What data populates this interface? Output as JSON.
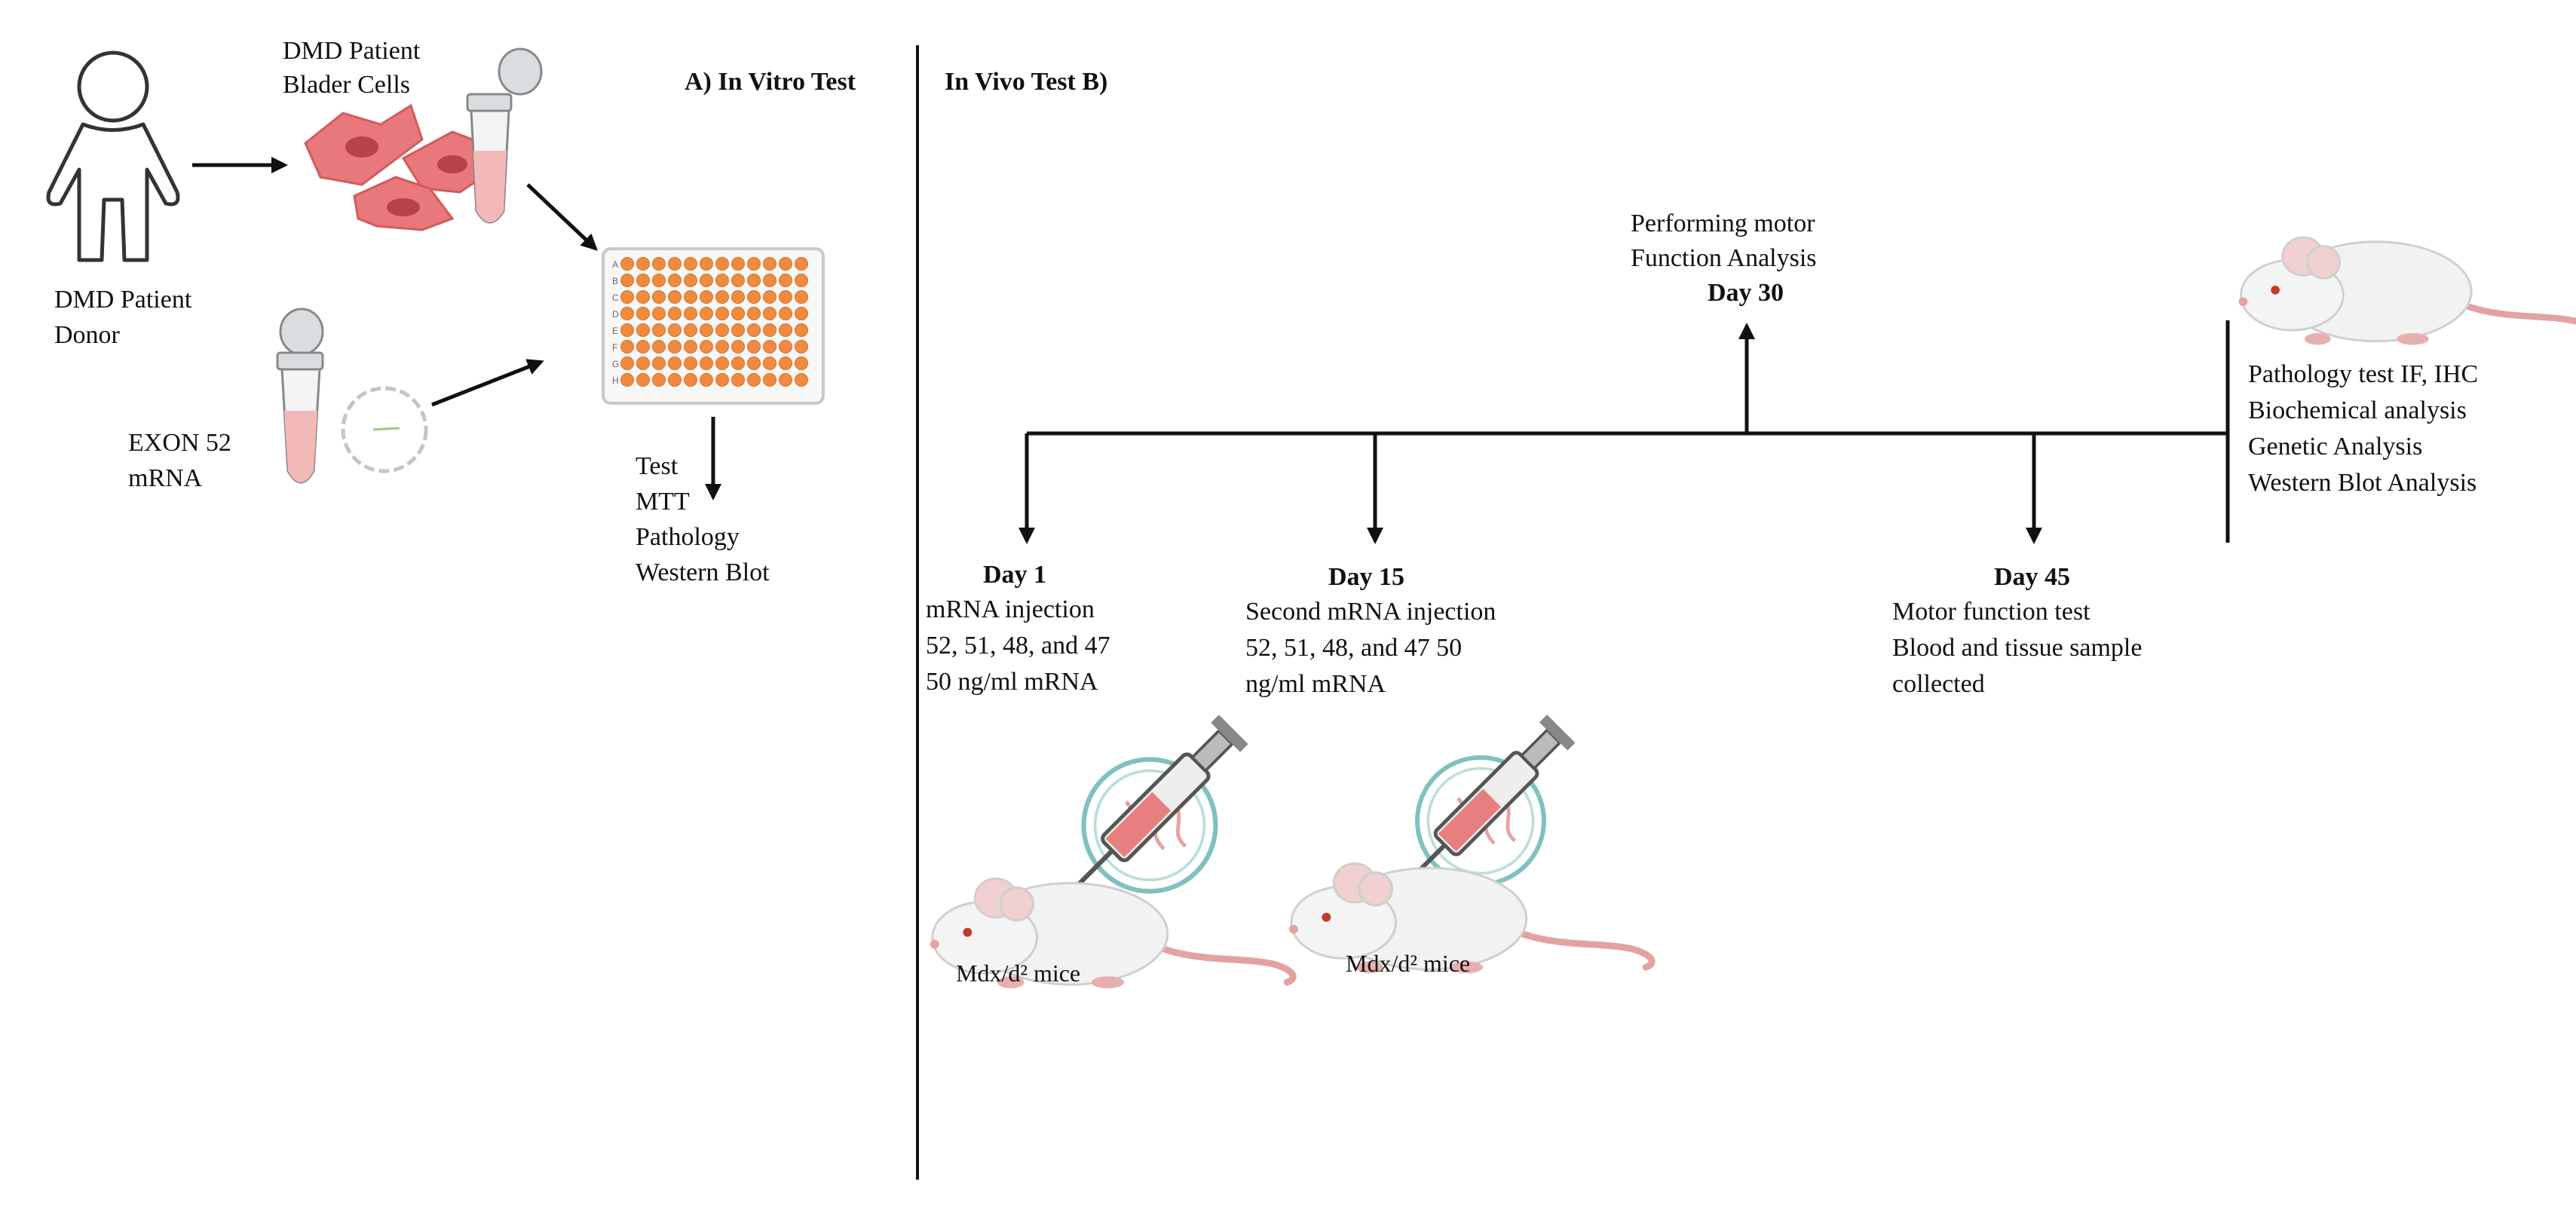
{
  "in_vitro": {
    "section_label": "A) In Vitro Test",
    "patient_cells_label": [
      "DMD Patient",
      "Blader Cells"
    ],
    "donor_label": [
      "DMD Patient",
      "Donor"
    ],
    "exon_label": [
      "EXON 52",
      "mRNA"
    ],
    "plate_rows": [
      "A",
      "B",
      "C",
      "D",
      "E",
      "F",
      "G",
      "H"
    ],
    "tests": [
      "Test",
      "MTT",
      "Pathology",
      "Western Blot"
    ]
  },
  "in_vivo": {
    "section_label": "In Vivo Test  B)",
    "day30": {
      "lines": [
        "Performing motor",
        "Function Analysis"
      ],
      "day": "Day 30"
    },
    "day1": {
      "day": "Day 1",
      "lines": [
        "mRNA injection",
        "52, 51, 48, and 47",
        "50 ng/ml mRNA"
      ],
      "mouse_label": "Mdx/d² mice"
    },
    "day15": {
      "day": "Day 15",
      "lines": [
        "Second mRNA injection",
        "52, 51, 48, and 47 50",
        "ng/ml mRNA"
      ],
      "mouse_label": "Mdx/d² mice"
    },
    "day45": {
      "day": "Day 45",
      "lines": [
        "Motor function test",
        "Blood and tissue sample",
        "collected"
      ]
    },
    "final_analyses": [
      "Pathology  test IF, IHC",
      "Biochemical analysis",
      "Genetic Analysis",
      "Western Blot Analysis"
    ]
  },
  "colors": {
    "cell": "#e8787a",
    "plate_well": "#f08a3c",
    "mouse_tail": "#e3a2a2",
    "line": "#111111"
  }
}
